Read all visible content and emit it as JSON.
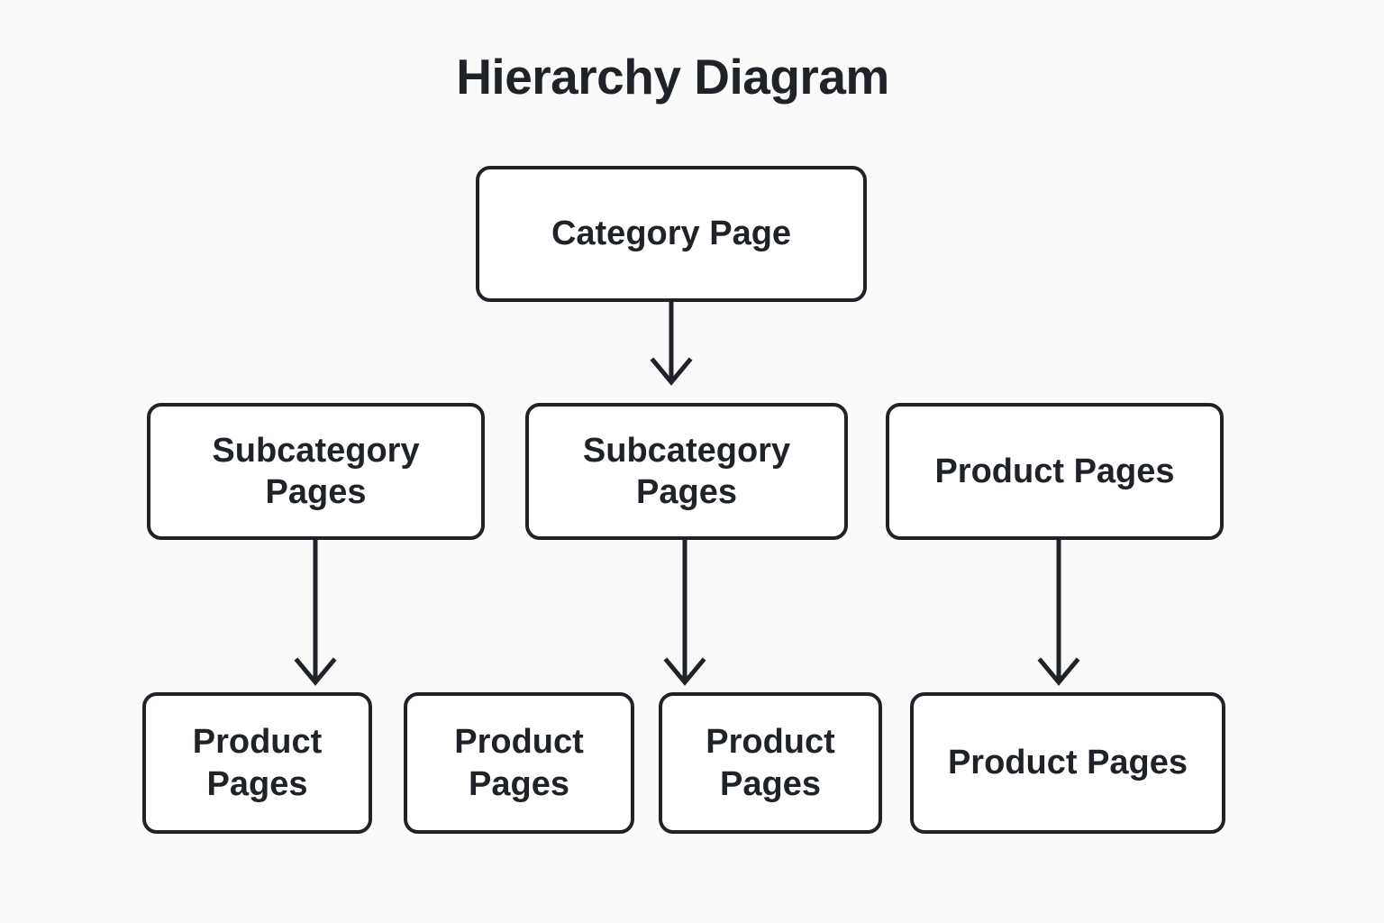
{
  "page": {
    "title": "Hierarchy Diagram",
    "background_color": "#fafafa",
    "stroke_color": "#1f2328",
    "node_fill_color": "#ffffff",
    "text_color": "#1f2328"
  },
  "diagram": {
    "type": "hierarchy",
    "levels": 3,
    "root": {
      "label": "Category Page"
    },
    "level2": [
      {
        "label": "Subcategory Pages"
      },
      {
        "label": "Subcategory Pages"
      },
      {
        "label": "Product Pages"
      }
    ],
    "level3": [
      {
        "label": "Product Pages"
      },
      {
        "label": "Product Pages"
      },
      {
        "label": "Product Pages"
      },
      {
        "label": "Product Pages"
      }
    ],
    "connectors": [
      {
        "name": "root-to-subcategory-2",
        "from": "Category Page",
        "to": "Subcategory Pages",
        "style": "arrow-down"
      },
      {
        "name": "subcategory-1-to-product-1",
        "from": "Subcategory Pages",
        "to": "Product Pages",
        "style": "arrow-down"
      },
      {
        "name": "subcategory-2-to-product-3",
        "from": "Subcategory Pages",
        "to": "Product Pages",
        "style": "arrow-down"
      },
      {
        "name": "product-pages-to-product-4",
        "from": "Product Pages",
        "to": "Product Pages",
        "style": "arrow-down"
      }
    ]
  }
}
